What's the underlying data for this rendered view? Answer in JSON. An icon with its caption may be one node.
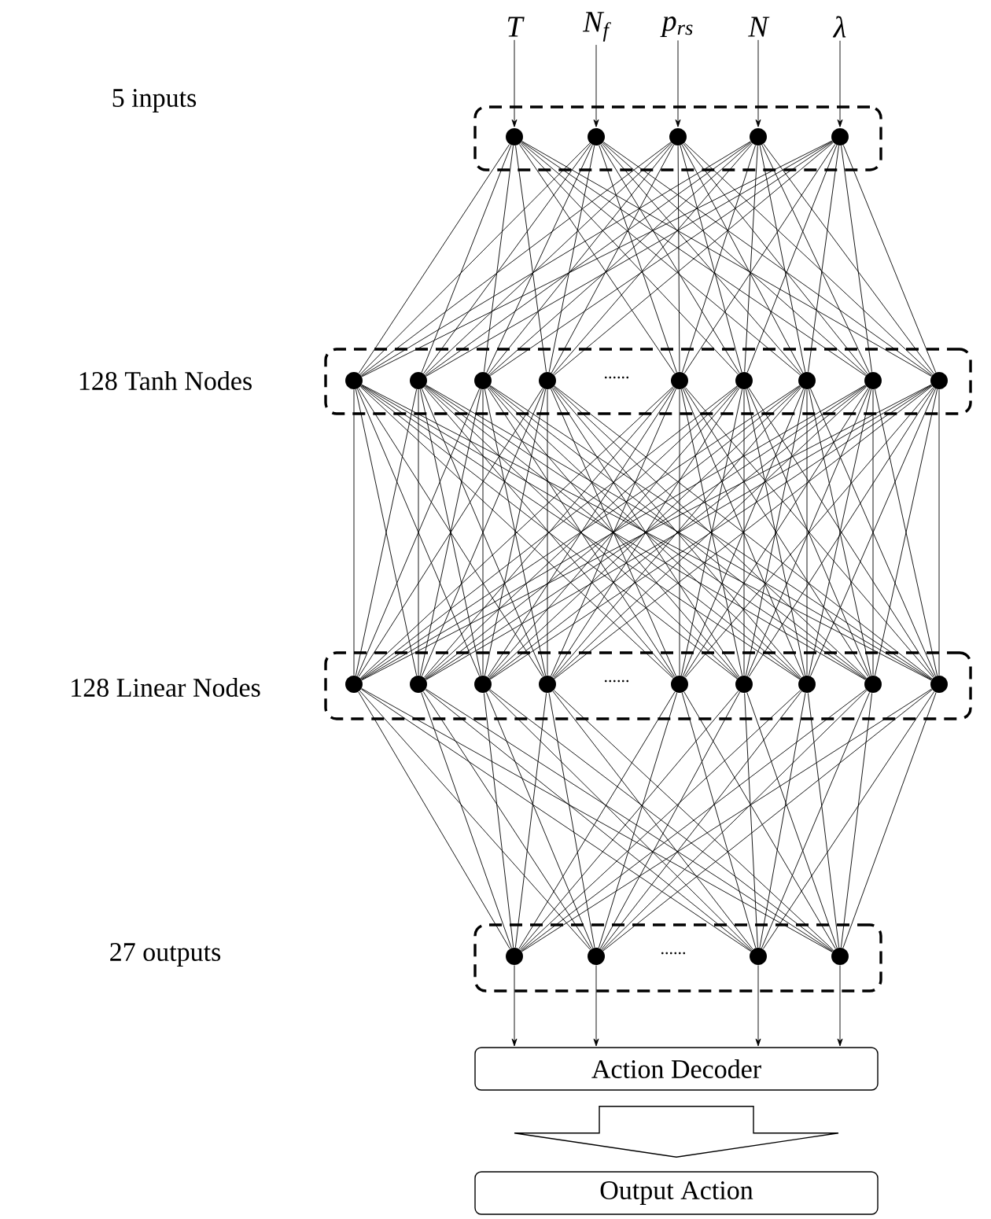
{
  "diagram": {
    "nodes": [
      {
        "text": [
          "T"
        ]
      },
      {
        "text": [
          "N$_{f}$"
        ]
      },
      {
        "text": [
          "p$_{rs}$"
        ]
      },
      {
        "text": [
          "N"
        ]
      },
      {
        "text": [
          "λ"
        ]
      },
      {
        "text": [],
        "shape": "box"
      },
      {
        "text": [],
        "shape": "circle",
        "in": 5
      },
      {
        "text": [],
        "shape": "circle",
        "in": 5
      },
      {
        "text": [],
        "shape": "circle",
        "in": 5
      },
      {
        "text": [],
        "shape": "circle",
        "in": 5
      },
      {
        "text": [],
        "shape": "circle",
        "in": 5
      },
      {
        "text": [
          "......"
        ]
      },
      {
        "text": [],
        "shape": "circle",
        "in": 11
      },
      {
        "text": [],
        "shape": "circle",
        "in": 11
      },
      {
        "text": [],
        "shape": "circle",
        "in": 11
      },
      {
        "text": [],
        "shape": "circle",
        "in": 11
      },
      {
        "text": [],
        "shape": "circle",
        "in": 11
      },
      {
        "text": [],
        "shape": "circle",
        "in": 11
      },
      {
        "text": [],
        "shape": "circle",
        "in": 11
      },
      {
        "text": [],
        "shape": "circle",
        "in": 11
      },
      {
        "text": [],
        "shape": "circle",
        "in": 11
      },
      {
        "text": [
          "......"
        ]
      },
      {
        "text": [],
        "shape": "circle",
        "in": 21
      },
      {
        "text": [],
        "shape": "circle",
        "in": 21
      },
      {
        "text": [],
        "shape": "circle",
        "in": 21
      },
      {
        "text": [],
        "shape": "circle",
        "in": 21
      },
      {
        "text": [],
        "shape": "circle",
        "in": 21
      },
      {
        "text": [],
        "shape": "circle",
        "in": 21
      },
      {
        "text": [],
        "shape": "circle",
        "in": 21
      },
      {
        "text": [],
        "shape": "circle",
        "in": 21
      },
      {
        "text": [],
        "shape": "circle",
        "in": 21
      },
      {
        "text": [
          "......"
        ]
      },
      {
        "text": [],
        "shape": "circle",
        "in": 31
      },
      {
        "text": [],
        "shape": "circle",
        "in": 31
      },
      {
        "text": [],
        "shape": "circle",
        "in": 31
      },
      {
        "text": [],
        "shape": "circle",
        "in": 31
      },
      {
        "text": [
          "Action Decoder"
        ]
      },
      {
        "text": [
          "Output Action"
        ]
      }
    ],
    "labels": [
      "5 inputs",
      "128 Tanh Nodes",
      "128 Linear Nodes",
      "27 outputs"
    ],
    "edges": [
      {
        "from": 0,
        "to": 6,
        "arrow": "to"
      },
      {
        "from": 1,
        "to": 7,
        "arrow": "to"
      },
      {
        "from": 2,
        "to": 8,
        "arrow": "to"
      },
      {
        "from": 3,
        "to": 9,
        "arrow": "to"
      },
      {
        "from": 4,
        "to": 10,
        "arrow": "to"
      },
      {
        "from": 6,
        "to": 12,
        "arrow": "none"
      },
      {
        "from": 6,
        "to": 13,
        "arrow": "none"
      },
      {
        "from": 6,
        "to": 14,
        "arrow": "none"
      },
      {
        "from": 6,
        "to": 15,
        "arrow": "none"
      },
      {
        "from": 6,
        "to": 16,
        "arrow": "none"
      },
      {
        "from": 6,
        "to": 17,
        "arrow": "none"
      },
      {
        "from": 6,
        "to": 18,
        "arrow": "none"
      },
      {
        "from": 6,
        "to": 19,
        "arrow": "none"
      },
      {
        "from": 6,
        "to": 20,
        "arrow": "none"
      },
      {
        "from": 7,
        "to": 12,
        "arrow": "none"
      },
      {
        "from": 7,
        "to": 13,
        "arrow": "none"
      },
      {
        "from": 7,
        "to": 14,
        "arrow": "none"
      },
      {
        "from": 7,
        "to": 15,
        "arrow": "none"
      },
      {
        "from": 7,
        "to": 16,
        "arrow": "none"
      },
      {
        "from": 7,
        "to": 17,
        "arrow": "none"
      },
      {
        "from": 7,
        "to": 18,
        "arrow": "none"
      },
      {
        "from": 7,
        "to": 19,
        "arrow": "none"
      },
      {
        "from": 7,
        "to": 20,
        "arrow": "none"
      },
      {
        "from": 8,
        "to": 12,
        "arrow": "none"
      },
      {
        "from": 8,
        "to": 13,
        "arrow": "none"
      },
      {
        "from": 8,
        "to": 14,
        "arrow": "none"
      },
      {
        "from": 8,
        "to": 15,
        "arrow": "none"
      },
      {
        "from": 8,
        "to": 16,
        "arrow": "none"
      },
      {
        "from": 8,
        "to": 17,
        "arrow": "none"
      },
      {
        "from": 8,
        "to": 18,
        "arrow": "none"
      },
      {
        "from": 8,
        "to": 19,
        "arrow": "none"
      },
      {
        "from": 8,
        "to": 20,
        "arrow": "none"
      },
      {
        "from": 9,
        "to": 12,
        "arrow": "none"
      },
      {
        "from": 9,
        "to": 13,
        "arrow": "none"
      },
      {
        "from": 9,
        "to": 14,
        "arrow": "none"
      },
      {
        "from": 9,
        "to": 15,
        "arrow": "none"
      },
      {
        "from": 9,
        "to": 16,
        "arrow": "none"
      },
      {
        "from": 9,
        "to": 17,
        "arrow": "none"
      },
      {
        "from": 9,
        "to": 18,
        "arrow": "none"
      },
      {
        "from": 9,
        "to": 19,
        "arrow": "none"
      },
      {
        "from": 9,
        "to": 20,
        "arrow": "none"
      },
      {
        "from": 10,
        "to": 12,
        "arrow": "none"
      },
      {
        "from": 10,
        "to": 13,
        "arrow": "none"
      },
      {
        "from": 10,
        "to": 14,
        "arrow": "none"
      },
      {
        "from": 10,
        "to": 15,
        "arrow": "none"
      },
      {
        "from": 10,
        "to": 16,
        "arrow": "none"
      },
      {
        "from": 10,
        "to": 17,
        "arrow": "none"
      },
      {
        "from": 10,
        "to": 18,
        "arrow": "none"
      },
      {
        "from": 10,
        "to": 19,
        "arrow": "none"
      },
      {
        "from": 10,
        "to": 20,
        "arrow": "none"
      },
      {
        "from": 12,
        "to": 22,
        "arrow": "none"
      },
      {
        "from": 12,
        "to": 23,
        "arrow": "none"
      },
      {
        "from": 12,
        "to": 24,
        "arrow": "none"
      },
      {
        "from": 12,
        "to": 25,
        "arrow": "none"
      },
      {
        "from": 12,
        "to": 26,
        "arrow": "none"
      },
      {
        "from": 12,
        "to": 27,
        "arrow": "none"
      },
      {
        "from": 12,
        "to": 28,
        "arrow": "none"
      },
      {
        "from": 12,
        "to": 29,
        "arrow": "none"
      },
      {
        "from": 12,
        "to": 30,
        "arrow": "none"
      },
      {
        "from": 13,
        "to": 22,
        "arrow": "none"
      },
      {
        "from": 13,
        "to": 23,
        "arrow": "none"
      },
      {
        "from": 13,
        "to": 24,
        "arrow": "none"
      },
      {
        "from": 13,
        "to": 25,
        "arrow": "none"
      },
      {
        "from": 13,
        "to": 26,
        "arrow": "none"
      },
      {
        "from": 13,
        "to": 27,
        "arrow": "none"
      },
      {
        "from": 13,
        "to": 28,
        "arrow": "none"
      },
      {
        "from": 13,
        "to": 29,
        "arrow": "none"
      },
      {
        "from": 13,
        "to": 30,
        "arrow": "none"
      },
      {
        "from": 14,
        "to": 22,
        "arrow": "none"
      },
      {
        "from": 14,
        "to": 23,
        "arrow": "none"
      },
      {
        "from": 14,
        "to": 24,
        "arrow": "none"
      },
      {
        "from": 14,
        "to": 25,
        "arrow": "none"
      },
      {
        "from": 14,
        "to": 26,
        "arrow": "none"
      },
      {
        "from": 14,
        "to": 27,
        "arrow": "none"
      },
      {
        "from": 14,
        "to": 28,
        "arrow": "none"
      },
      {
        "from": 14,
        "to": 29,
        "arrow": "none"
      },
      {
        "from": 14,
        "to": 30,
        "arrow": "none"
      },
      {
        "from": 15,
        "to": 22,
        "arrow": "none"
      },
      {
        "from": 15,
        "to": 23,
        "arrow": "none"
      },
      {
        "from": 15,
        "to": 24,
        "arrow": "none"
      },
      {
        "from": 15,
        "to": 25,
        "arrow": "none"
      },
      {
        "from": 15,
        "to": 26,
        "arrow": "none"
      },
      {
        "from": 15,
        "to": 27,
        "arrow": "none"
      },
      {
        "from": 15,
        "to": 28,
        "arrow": "none"
      },
      {
        "from": 15,
        "to": 29,
        "arrow": "none"
      },
      {
        "from": 15,
        "to": 30,
        "arrow": "none"
      },
      {
        "from": 16,
        "to": 22,
        "arrow": "none"
      },
      {
        "from": 16,
        "to": 23,
        "arrow": "none"
      },
      {
        "from": 16,
        "to": 24,
        "arrow": "none"
      },
      {
        "from": 16,
        "to": 25,
        "arrow": "none"
      },
      {
        "from": 16,
        "to": 26,
        "arrow": "none"
      },
      {
        "from": 16,
        "to": 27,
        "arrow": "none"
      },
      {
        "from": 16,
        "to": 28,
        "arrow": "none"
      },
      {
        "from": 16,
        "to": 29,
        "arrow": "none"
      },
      {
        "from": 16,
        "to": 30,
        "arrow": "none"
      },
      {
        "from": 17,
        "to": 22,
        "arrow": "none"
      },
      {
        "from": 17,
        "to": 23,
        "arrow": "none"
      },
      {
        "from": 17,
        "to": 24,
        "arrow": "none"
      },
      {
        "from": 17,
        "to": 25,
        "arrow": "none"
      },
      {
        "from": 17,
        "to": 26,
        "arrow": "none"
      },
      {
        "from": 17,
        "to": 27,
        "arrow": "none"
      },
      {
        "from": 17,
        "to": 28,
        "arrow": "none"
      },
      {
        "from": 17,
        "to": 29,
        "arrow": "none"
      },
      {
        "from": 17,
        "to": 30,
        "arrow": "none"
      },
      {
        "from": 18,
        "to": 22,
        "arrow": "none"
      },
      {
        "from": 18,
        "to": 23,
        "arrow": "none"
      },
      {
        "from": 18,
        "to": 24,
        "arrow": "none"
      },
      {
        "from": 18,
        "to": 25,
        "arrow": "none"
      },
      {
        "from": 18,
        "to": 26,
        "arrow": "none"
      },
      {
        "from": 18,
        "to": 27,
        "arrow": "none"
      },
      {
        "from": 18,
        "to": 28,
        "arrow": "none"
      },
      {
        "from": 18,
        "to": 29,
        "arrow": "none"
      },
      {
        "from": 18,
        "to": 30,
        "arrow": "none"
      },
      {
        "from": 19,
        "to": 22,
        "arrow": "none"
      },
      {
        "from": 19,
        "to": 23,
        "arrow": "none"
      },
      {
        "from": 19,
        "to": 24,
        "arrow": "none"
      },
      {
        "from": 19,
        "to": 25,
        "arrow": "none"
      },
      {
        "from": 19,
        "to": 26,
        "arrow": "none"
      },
      {
        "from": 19,
        "to": 27,
        "arrow": "none"
      },
      {
        "from": 19,
        "to": 28,
        "arrow": "none"
      },
      {
        "from": 19,
        "to": 29,
        "arrow": "none"
      },
      {
        "from": 19,
        "to": 30,
        "arrow": "none"
      },
      {
        "from": 20,
        "to": 22,
        "arrow": "none"
      },
      {
        "from": 20,
        "to": 23,
        "arrow": "none"
      },
      {
        "from": 20,
        "to": 24,
        "arrow": "none"
      },
      {
        "from": 20,
        "to": 25,
        "arrow": "none"
      },
      {
        "from": 20,
        "to": 26,
        "arrow": "none"
      },
      {
        "from": 20,
        "to": 27,
        "arrow": "none"
      },
      {
        "from": 20,
        "to": 28,
        "arrow": "none"
      },
      {
        "from": 20,
        "to": 29,
        "arrow": "none"
      },
      {
        "from": 20,
        "to": 30,
        "arrow": "none"
      },
      {
        "from": 22,
        "to": 32,
        "arrow": "none"
      },
      {
        "from": 22,
        "to": 33,
        "arrow": "none"
      },
      {
        "from": 22,
        "to": 34,
        "arrow": "none"
      },
      {
        "from": 22,
        "to": 35,
        "arrow": "none"
      },
      {
        "from": 23,
        "to": 32,
        "arrow": "none"
      },
      {
        "from": 23,
        "to": 33,
        "arrow": "none"
      },
      {
        "from": 23,
        "to": 34,
        "arrow": "none"
      },
      {
        "from": 23,
        "to": 35,
        "arrow": "none"
      },
      {
        "from": 24,
        "to": 32,
        "arrow": "none"
      },
      {
        "from": 24,
        "to": 33,
        "arrow": "none"
      },
      {
        "from": 24,
        "to": 34,
        "arrow": "none"
      },
      {
        "from": 24,
        "to": 35,
        "arrow": "none"
      },
      {
        "from": 25,
        "to": 32,
        "arrow": "none"
      },
      {
        "from": 25,
        "to": 33,
        "arrow": "none"
      },
      {
        "from": 25,
        "to": 34,
        "arrow": "none"
      },
      {
        "from": 25,
        "to": 35,
        "arrow": "none"
      },
      {
        "from": 26,
        "to": 32,
        "arrow": "none"
      },
      {
        "from": 26,
        "to": 33,
        "arrow": "none"
      },
      {
        "from": 26,
        "to": 34,
        "arrow": "none"
      },
      {
        "from": 26,
        "to": 35,
        "arrow": "none"
      },
      {
        "from": 27,
        "to": 32,
        "arrow": "none"
      },
      {
        "from": 27,
        "to": 33,
        "arrow": "none"
      },
      {
        "from": 27,
        "to": 34,
        "arrow": "none"
      },
      {
        "from": 27,
        "to": 35,
        "arrow": "none"
      },
      {
        "from": 28,
        "to": 32,
        "arrow": "none"
      },
      {
        "from": 28,
        "to": 33,
        "arrow": "none"
      },
      {
        "from": 28,
        "to": 34,
        "arrow": "none"
      },
      {
        "from": 28,
        "to": 35,
        "arrow": "none"
      },
      {
        "from": 29,
        "to": 32,
        "arrow": "none"
      },
      {
        "from": 29,
        "to": 33,
        "arrow": "none"
      },
      {
        "from": 29,
        "to": 34,
        "arrow": "none"
      },
      {
        "from": 29,
        "to": 35,
        "arrow": "none"
      },
      {
        "from": 30,
        "to": 32,
        "arrow": "none"
      },
      {
        "from": 30,
        "to": 33,
        "arrow": "none"
      },
      {
        "from": 30,
        "to": 34,
        "arrow": "none"
      },
      {
        "from": 30,
        "to": 35,
        "arrow": "none"
      },
      {
        "from": 32,
        "to": 36,
        "arrow": "to"
      },
      {
        "from": 33,
        "to": 36,
        "arrow": "to"
      },
      {
        "from": 34,
        "to": 36,
        "arrow": "to"
      },
      {
        "from": 35,
        "to": 36,
        "arrow": "to"
      },
      {
        "from": 36,
        "to": 37,
        "arrow": "to",
        "style": "thick"
      }
    ]
  }
}
